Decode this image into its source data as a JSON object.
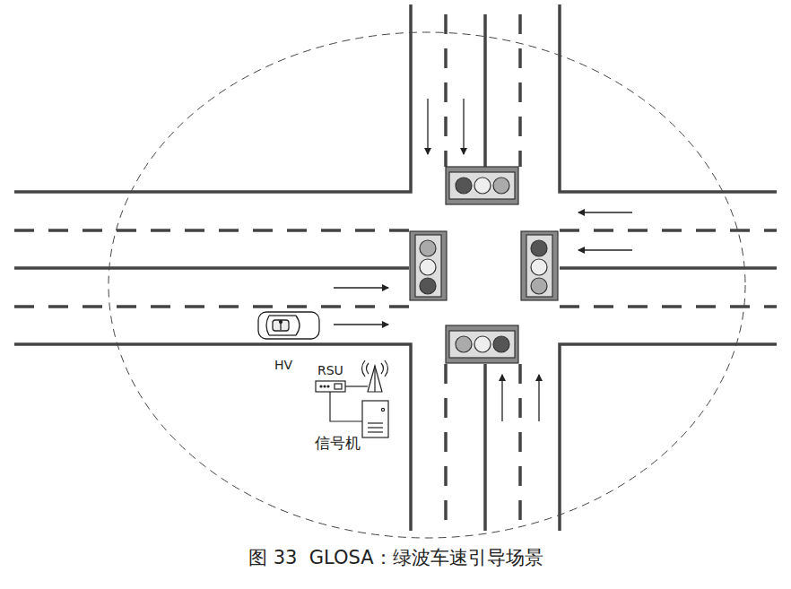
{
  "diagram": {
    "caption": "图 33  GLOSA：绿波车速引导场景",
    "labels": [
      "HV",
      "RSU",
      "信号机"
    ]
  }
}
